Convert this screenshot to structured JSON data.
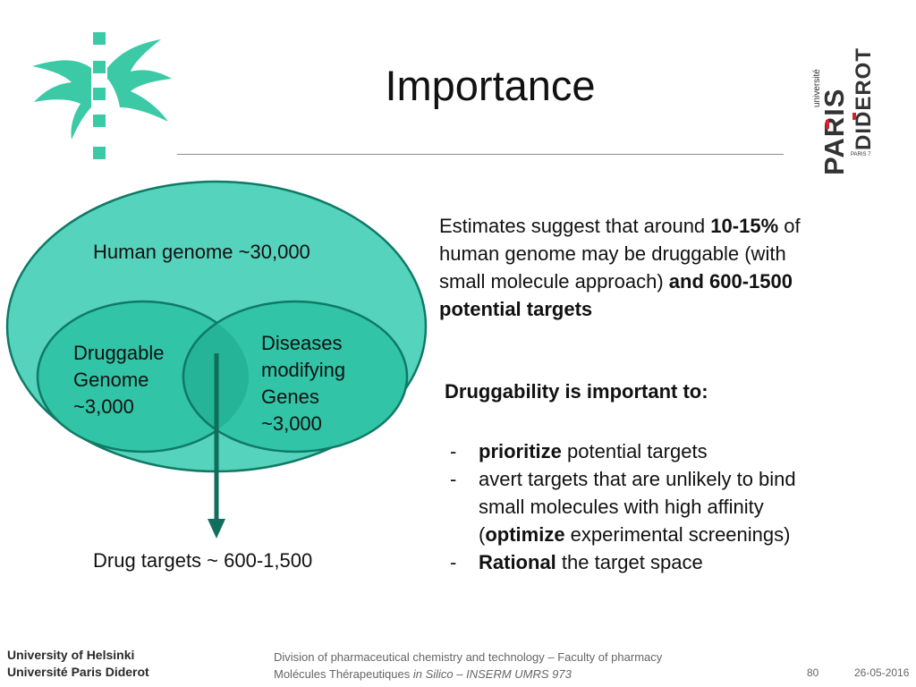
{
  "slide": {
    "title": "Importance"
  },
  "logos": {
    "helsinki": {
      "icon": "helsinki-flame-logo-icon",
      "color": "#3bc9a6"
    },
    "paris_diderot": {
      "icon": "paris-diderot-logo-icon",
      "universite": "université",
      "paris": "PARIS",
      "diderot": "DIDEROT",
      "paris7": "PARIS 7",
      "color": "#333333",
      "accent": "#d4202c"
    }
  },
  "diagram": {
    "colors": {
      "outer_fill": "#56d3bc",
      "inner_fill": "#31c4a6",
      "overlap_fill": "#26b498",
      "stroke": "#0f7a66",
      "arrow": "#0f6e5c"
    },
    "genome_label": "Human genome ~30,000",
    "druggable": {
      "line1": "Druggable",
      "line2": "Genome",
      "line3": "~3,000"
    },
    "disease": {
      "line1": "Diseases",
      "line2": "modifying",
      "line3": "Genes",
      "line4": "~3,000"
    },
    "targets_label": "Drug targets ~ 600-1,500"
  },
  "right": {
    "estimate": {
      "p1": "Estimates suggest that around ",
      "b1": "10-15%",
      "p2": " of",
      "line2": "human genome may be druggable (with",
      "line3a": "small molecule approach) ",
      "line3b": "and 600-1500",
      "line4": "potential targets"
    },
    "heading": "Druggability is important to:",
    "bullets": {
      "dash": "-",
      "b1_bold": "prioritize",
      "b1_rest": " potential targets",
      "b2_l1": "avert targets that are unlikely to bind",
      "b2_l2": "small molecules with high affinity",
      "b2_l3_open": "(",
      "b2_l3_bold": "optimize",
      "b2_l3_rest": " experimental screenings)",
      "b3_bold": "Rational",
      "b3_rest": " the target space"
    }
  },
  "footer": {
    "uni1": "University of Helsinki",
    "uni2": "Université Paris Diderot",
    "line1": "Division of pharmaceutical chemistry and technology – Faculty of pharmacy",
    "line2_a": "Molécules Thérapeutiques ",
    "line2_b": "in Silico",
    "line2_c": " – INSERM UMRS 973",
    "page": "80",
    "date": "26-05-2016"
  }
}
